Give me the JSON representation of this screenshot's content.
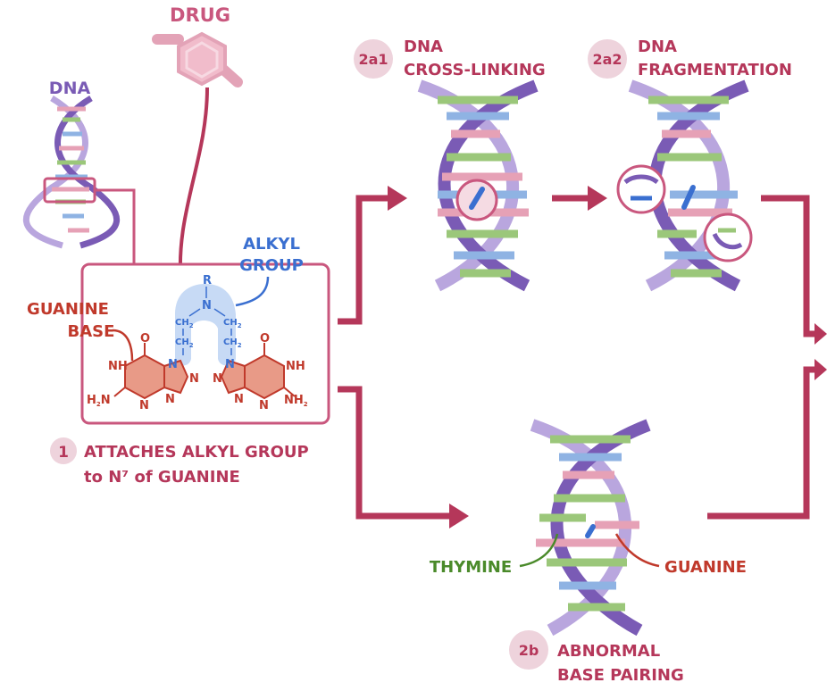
{
  "colors": {
    "crimson": "#b5375a",
    "pink_circle": "#eed3dc",
    "red_text": "#c0392b",
    "blue_text": "#3a6fd0",
    "blue_blob": "#c7daf5",
    "green_text": "#4a8a2a",
    "dna_purple": "#7a5bb5",
    "dna_purple_light": "#b9a6de",
    "pink_box": "#c9577e"
  },
  "labels": {
    "drug": "DRUG",
    "dna": "DNA",
    "alkyl_line1": "ALKYL",
    "alkyl_line2": "GROUP",
    "guanine_base_line1": "GUANINE",
    "guanine_base_line2": "BASE",
    "step1_badge": "1",
    "step1_line1": "ATTACHES ALKYL GROUP",
    "step1_line2": "to N⁷ of GUANINE",
    "step2a1_badge": "2a1",
    "step2a1_line1": "DNA",
    "step2a1_line2": "CROSS-LINKING",
    "step2a2_badge": "2a2",
    "step2a2_line1": "DNA",
    "step2a2_line2": "FRAGMENTATION",
    "step2b_badge": "2b",
    "step2b_line1": "ABNORMAL",
    "step2b_line2": "BASE PAIRING",
    "thymine": "THYMINE",
    "guanine": "GUANINE"
  },
  "chem": {
    "R": "R",
    "N_center": "N",
    "CH2": "CH",
    "sub2": "2",
    "H2N": "H",
    "N": "N",
    "H": "H",
    "O": "O",
    "NH": "NH"
  }
}
